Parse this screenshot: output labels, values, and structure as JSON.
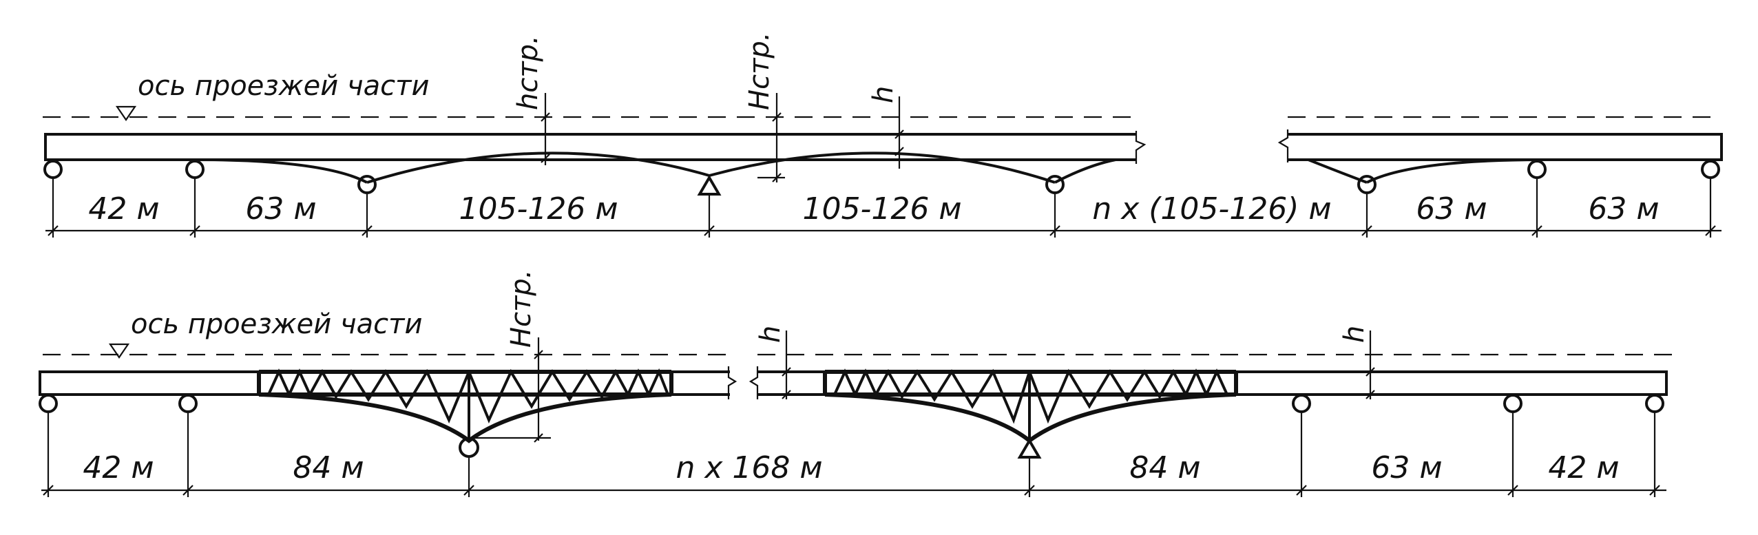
{
  "bridge_top": {
    "axis_label": "ось проезжей части",
    "h_str_label": "hстр.",
    "H_str_label": "Hстр.",
    "h_label": "h",
    "spans": [
      "42 м",
      "63 м",
      "105-126 м",
      "105-126 м",
      "n x (105-126) м",
      "63 м",
      "63 м"
    ]
  },
  "bridge_bottom": {
    "axis_label": "ось проезжей части",
    "H_str_label": "Hстр.",
    "h_label_left": "h",
    "h_label_right": "h",
    "spans": [
      "42 м",
      "84 м",
      "n x 168 м",
      "84 м",
      "63 м",
      "42 м"
    ]
  }
}
